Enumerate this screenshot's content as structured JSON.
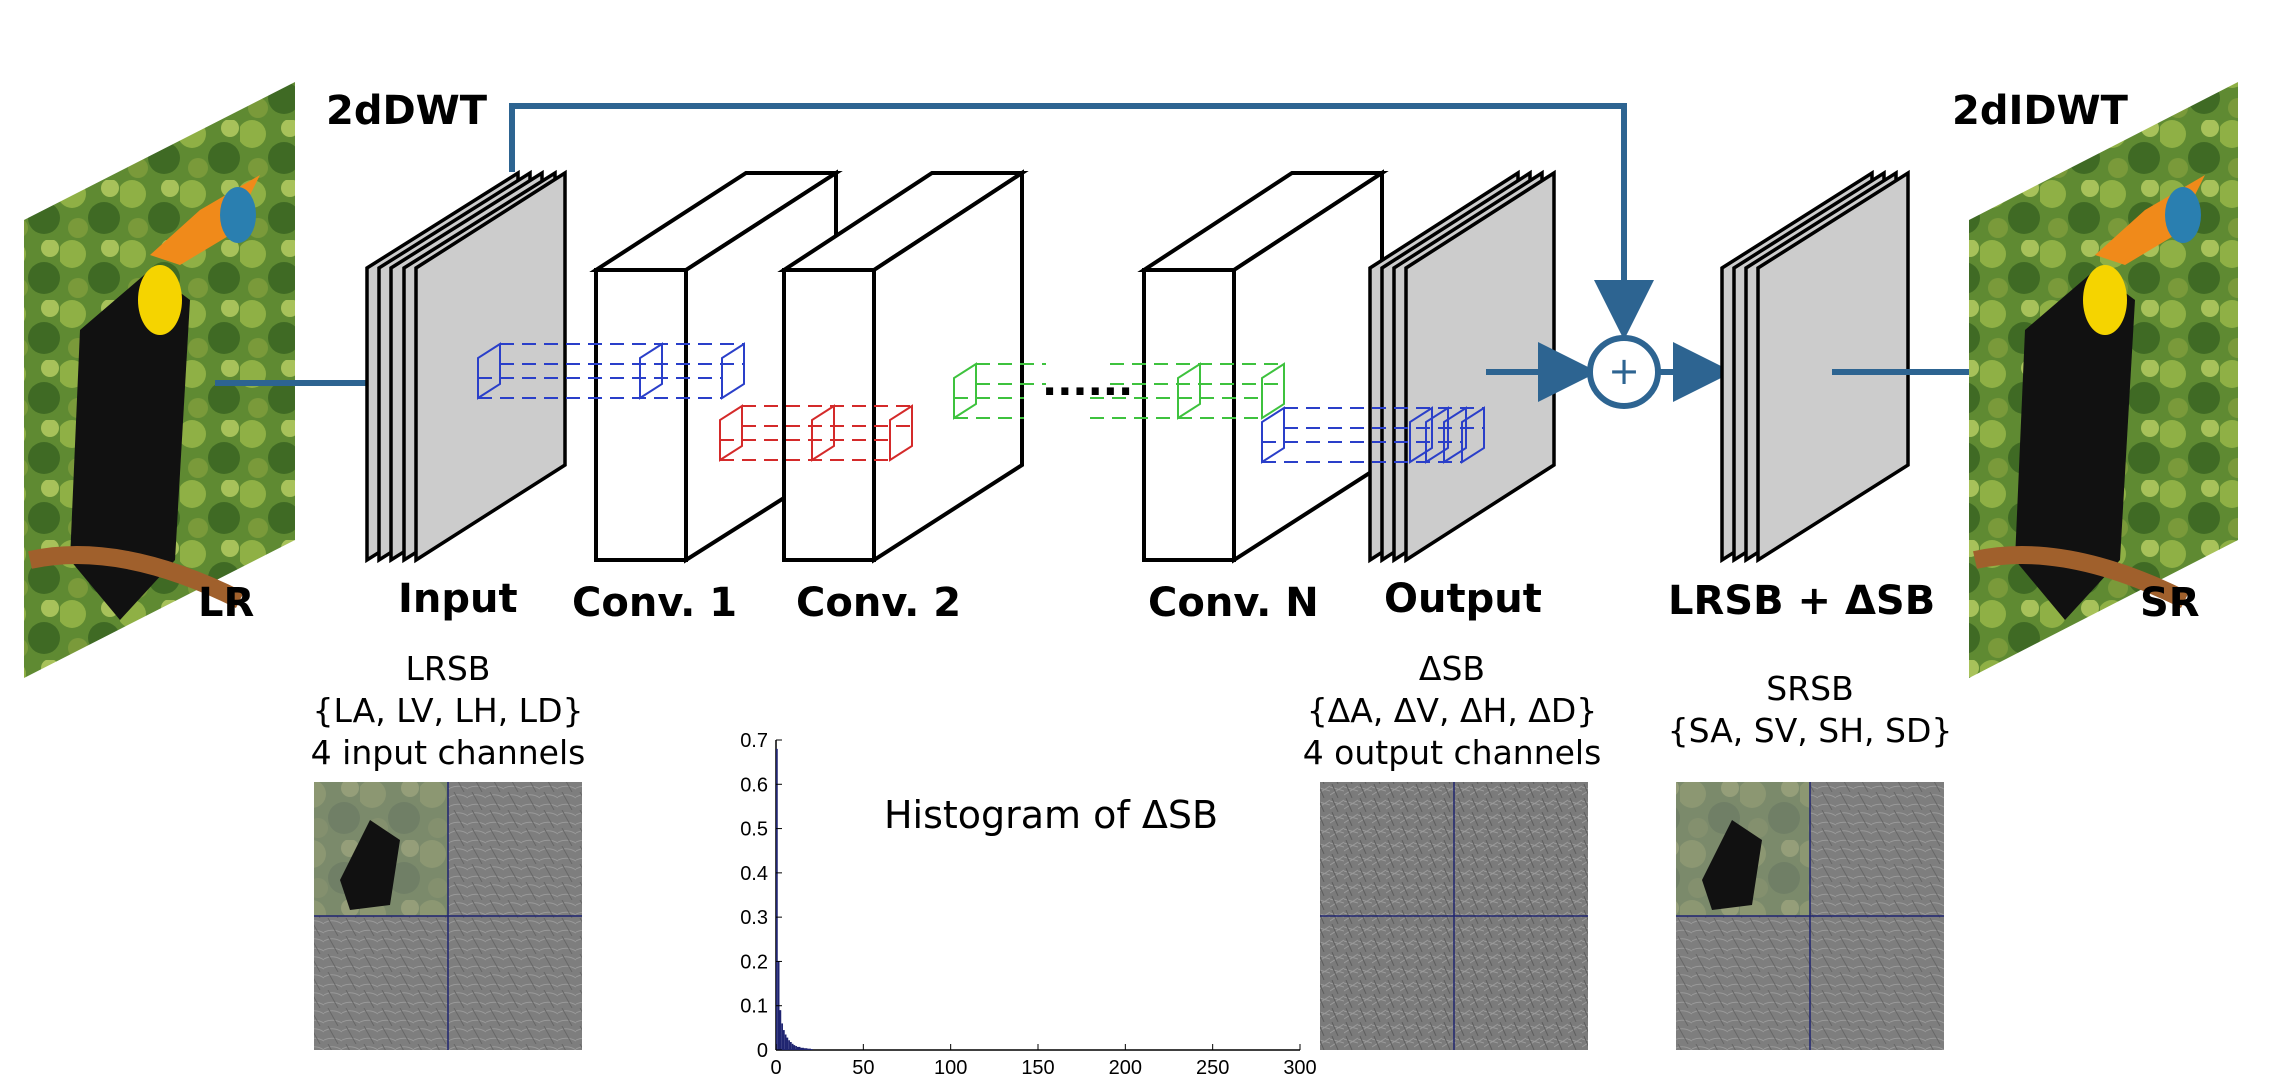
{
  "labels": {
    "dwt": "2dDWT",
    "idwt": "2dIDWT",
    "lr": "LR",
    "sr": "SR",
    "input": "Input",
    "conv1": "Conv. 1",
    "conv2": "Conv. 2",
    "convN": "Conv. N",
    "output": "Output",
    "ellipsis": "......",
    "sum": "LRSB + ΔSB",
    "plus_symbol": "+"
  },
  "captions": {
    "lrsb": [
      "LRSB",
      "{LA, LV, LH, LD}",
      "4 input channels"
    ],
    "dsb": [
      "ΔSB",
      "{ΔA, ΔV, ΔH, ΔD}",
      "4 output channels"
    ],
    "srsb": [
      "SRSB",
      "{SA, SV, SH, SD}"
    ]
  },
  "colors": {
    "flow": "#2d6491",
    "blue": "#2a3fc9",
    "red": "#d42a2a",
    "green": "#3ec23e",
    "layer_gray": "#cccccc",
    "hist_bar": "#1f2470"
  },
  "chart_data": {
    "type": "bar",
    "title": "Histogram of ΔSB",
    "xlabel": "",
    "ylabel": "",
    "xlim": [
      0,
      300
    ],
    "ylim": [
      0,
      0.7
    ],
    "xticks": [
      0,
      50,
      100,
      150,
      200,
      250,
      300
    ],
    "yticks": [
      0,
      0.1,
      0.2,
      0.3,
      0.4,
      0.5,
      0.6,
      0.7
    ],
    "x": [
      0,
      1,
      2,
      3,
      4,
      5,
      6,
      7,
      8,
      9,
      10,
      11,
      12,
      14,
      16,
      18,
      20
    ],
    "values": [
      0.68,
      0.2,
      0.09,
      0.06,
      0.045,
      0.035,
      0.028,
      0.022,
      0.018,
      0.014,
      0.011,
      0.009,
      0.007,
      0.005,
      0.004,
      0.003,
      0.002
    ]
  }
}
